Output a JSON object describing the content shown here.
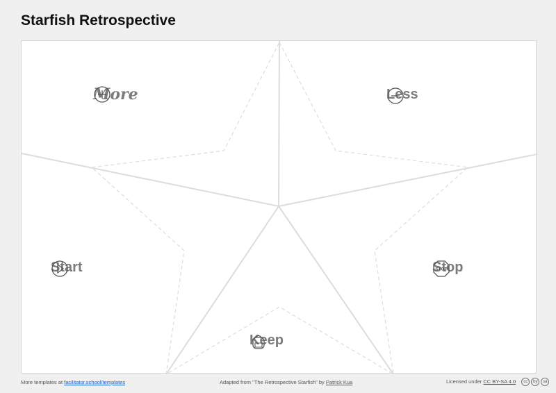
{
  "title": "Starfish Retrospective",
  "sections": {
    "more": "More",
    "less": "Less",
    "start": "Start",
    "stop": "Stop",
    "keep": "Keep"
  },
  "icons": {
    "more": "plus-circle-icon",
    "less": "minus-circle-icon",
    "start": "play-circle-icon",
    "stop": "stop-sign-icon",
    "keep": "backpack-icon"
  },
  "icon_text": {
    "stop": "STOP"
  },
  "footer": {
    "left_prefix": "More templates at",
    "left_link": "facilitator.school/templates",
    "center_prefix": "Adapted from \"The Retrospective Starfish\" by",
    "center_author": "Patrick Kua",
    "right_prefix": "Licensed under",
    "right_license": "CC BY-SA 4.0",
    "license_badges": [
      "cc",
      "by",
      "sa"
    ]
  },
  "colors": {
    "line": "#dcdcdc",
    "label": "#7b7b7b",
    "link": "#1a5fd0"
  }
}
